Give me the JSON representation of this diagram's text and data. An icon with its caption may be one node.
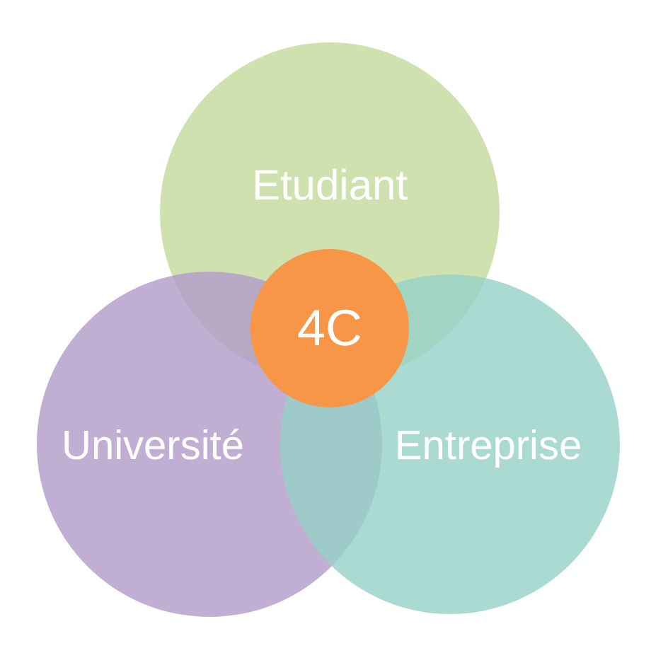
{
  "diagram": {
    "nodes": [
      {
        "text": [
          "Etudiant"
        ]
      },
      {
        "text": [
          "Université"
        ]
      },
      {
        "text": [
          "Entreprise"
        ]
      },
      {
        "text": [
          "4C"
        ]
      }
    ]
  }
}
